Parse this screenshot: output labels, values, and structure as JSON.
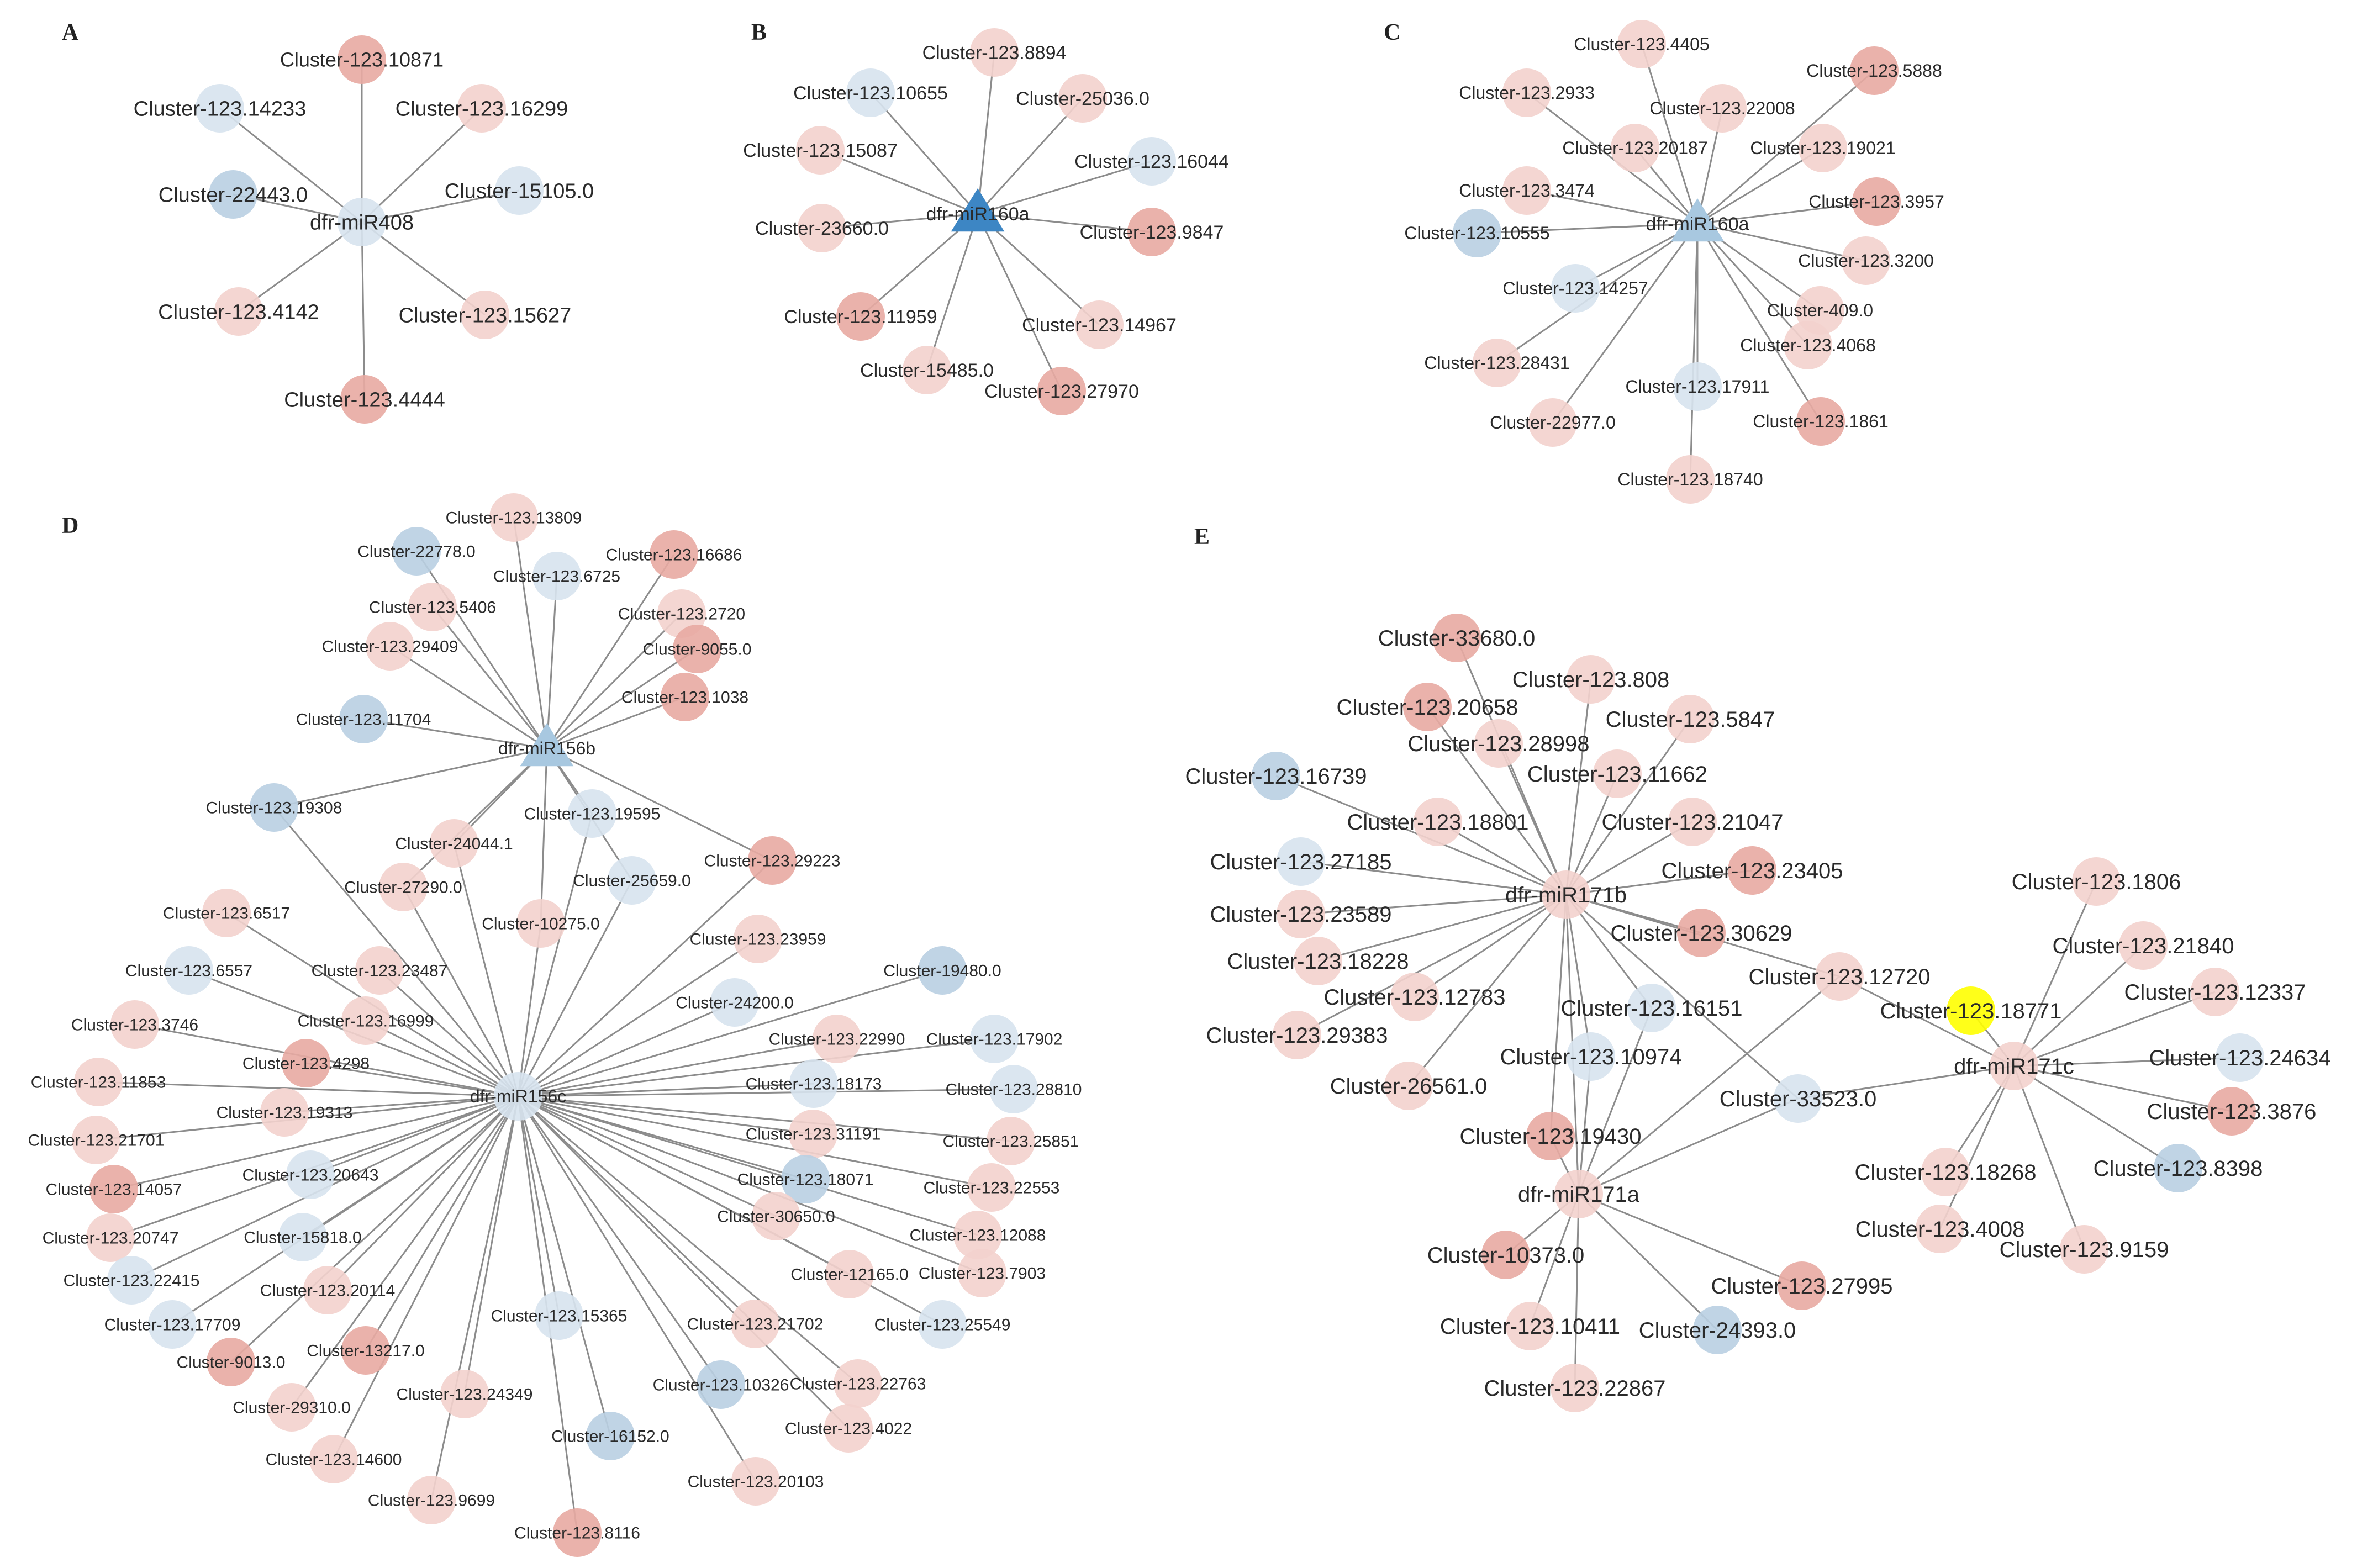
{
  "colors": {
    "up": "#e8aaa2",
    "up_light": "#f3d2cd",
    "down": "#b9cfe2",
    "down_light": "#d7e3ee",
    "mirna": "#a8c8e0",
    "mirna_strong": "#3d86c4",
    "highlight": "#ffff00",
    "edge": "#8c8c8c"
  },
  "networks": [
    {
      "panel": "A",
      "hub": {
        "name": "dfr-miR408",
        "shape": "circle",
        "color": "down_light"
      },
      "targets": [
        {
          "name": "Cluster-123.10871",
          "color": "up"
        },
        {
          "name": "Cluster-123.14233",
          "color": "down_light"
        },
        {
          "name": "Cluster-123.16299",
          "color": "up_light"
        },
        {
          "name": "Cluster-22443.0",
          "color": "down"
        },
        {
          "name": "Cluster-15105.0",
          "color": "down_light"
        },
        {
          "name": "Cluster-123.4142",
          "color": "up_light"
        },
        {
          "name": "Cluster-123.15627",
          "color": "up_light"
        },
        {
          "name": "Cluster-123.4444",
          "color": "up"
        }
      ]
    },
    {
      "panel": "B",
      "hub": {
        "name": "dfr-miR160a",
        "shape": "triangle",
        "color": "mirna_strong"
      },
      "targets": [
        {
          "name": "Cluster-123.8894",
          "color": "up_light"
        },
        {
          "name": "Cluster-123.10655",
          "color": "down_light"
        },
        {
          "name": "Cluster-25036.0",
          "color": "up_light"
        },
        {
          "name": "Cluster-123.15087",
          "color": "up_light"
        },
        {
          "name": "Cluster-123.16044",
          "color": "down_light"
        },
        {
          "name": "Cluster-23660.0",
          "color": "up_light"
        },
        {
          "name": "Cluster-123.9847",
          "color": "up"
        },
        {
          "name": "Cluster-123.11959",
          "color": "up"
        },
        {
          "name": "Cluster-123.14967",
          "color": "up_light"
        },
        {
          "name": "Cluster-15485.0",
          "color": "up_light"
        },
        {
          "name": "Cluster-123.27970",
          "color": "up"
        }
      ]
    },
    {
      "panel": "C",
      "hub": {
        "name": "dfr-miR160a",
        "shape": "triangle",
        "color": "mirna"
      },
      "targets": [
        {
          "name": "Cluster-123.4405",
          "color": "up_light"
        },
        {
          "name": "Cluster-123.5888",
          "color": "up"
        },
        {
          "name": "Cluster-123.2933",
          "color": "up_light"
        },
        {
          "name": "Cluster-123.22008",
          "color": "up_light"
        },
        {
          "name": "Cluster-123.20187",
          "color": "up_light"
        },
        {
          "name": "Cluster-123.19021",
          "color": "up_light"
        },
        {
          "name": "Cluster-123.3474",
          "color": "up_light"
        },
        {
          "name": "Cluster-123.3957",
          "color": "up"
        },
        {
          "name": "Cluster-123.10555",
          "color": "down"
        },
        {
          "name": "Cluster-123.3200",
          "color": "up_light"
        },
        {
          "name": "Cluster-123.14257",
          "color": "down_light"
        },
        {
          "name": "Cluster-409.0",
          "color": "up_light"
        },
        {
          "name": "Cluster-123.4068",
          "color": "up_light"
        },
        {
          "name": "Cluster-123.28431",
          "color": "up_light"
        },
        {
          "name": "Cluster-123.17911",
          "color": "down_light"
        },
        {
          "name": "Cluster-22977.0",
          "color": "up_light"
        },
        {
          "name": "Cluster-123.1861",
          "color": "up"
        },
        {
          "name": "Cluster-123.18740",
          "color": "up_light"
        }
      ]
    },
    {
      "panel": "D",
      "hubs": [
        {
          "name": "dfr-miR156b",
          "shape": "triangle",
          "color": "mirna"
        },
        {
          "name": "dfr-miR156c",
          "shape": "circle",
          "color": "down_light"
        }
      ],
      "targets_156b": [
        {
          "name": "Cluster-123.13809",
          "color": "up_light"
        },
        {
          "name": "Cluster-22778.0",
          "color": "down"
        },
        {
          "name": "Cluster-123.16686",
          "color": "up"
        },
        {
          "name": "Cluster-123.6725",
          "color": "down_light"
        },
        {
          "name": "Cluster-123.5406",
          "color": "up_light"
        },
        {
          "name": "Cluster-123.2720",
          "color": "up_light"
        },
        {
          "name": "Cluster-123.29409",
          "color": "up_light"
        },
        {
          "name": "Cluster-9055.0",
          "color": "up"
        },
        {
          "name": "Cluster-123.1038",
          "color": "up"
        },
        {
          "name": "Cluster-123.11704",
          "color": "down"
        }
      ],
      "targets_shared": [
        {
          "name": "Cluster-123.19308",
          "color": "down"
        },
        {
          "name": "Cluster-123.19595",
          "color": "down_light"
        },
        {
          "name": "Cluster-24044.1",
          "color": "up_light"
        },
        {
          "name": "Cluster-123.29223",
          "color": "up"
        },
        {
          "name": "Cluster-27290.0",
          "color": "up_light"
        },
        {
          "name": "Cluster-25659.0",
          "color": "down_light"
        },
        {
          "name": "Cluster-10275.0",
          "color": "up_light"
        }
      ],
      "targets_156c": [
        {
          "name": "Cluster-123.6517",
          "color": "up_light"
        },
        {
          "name": "Cluster-123.23959",
          "color": "up_light"
        },
        {
          "name": "Cluster-123.6557",
          "color": "down_light"
        },
        {
          "name": "Cluster-123.23487",
          "color": "up_light"
        },
        {
          "name": "Cluster-19480.0",
          "color": "down"
        },
        {
          "name": "Cluster-24200.0",
          "color": "down_light"
        },
        {
          "name": "Cluster-123.3746",
          "color": "up_light"
        },
        {
          "name": "Cluster-123.16999",
          "color": "up_light"
        },
        {
          "name": "Cluster-123.22990",
          "color": "up_light"
        },
        {
          "name": "Cluster-123.17902",
          "color": "down_light"
        },
        {
          "name": "Cluster-123.4298",
          "color": "up"
        },
        {
          "name": "Cluster-123.11853",
          "color": "up_light"
        },
        {
          "name": "Cluster-123.18173",
          "color": "down_light"
        },
        {
          "name": "Cluster-123.28810",
          "color": "down_light"
        },
        {
          "name": "Cluster-123.19313",
          "color": "up_light"
        },
        {
          "name": "Cluster-123.21701",
          "color": "up_light"
        },
        {
          "name": "Cluster-123.31191",
          "color": "up_light"
        },
        {
          "name": "Cluster-123.25851",
          "color": "up_light"
        },
        {
          "name": "Cluster-123.20643",
          "color": "down_light"
        },
        {
          "name": "Cluster-123.14057",
          "color": "up"
        },
        {
          "name": "Cluster-123.18071",
          "color": "down"
        },
        {
          "name": "Cluster-123.22553",
          "color": "up_light"
        },
        {
          "name": "Cluster-123.20747",
          "color": "up_light"
        },
        {
          "name": "Cluster-15818.0",
          "color": "down_light"
        },
        {
          "name": "Cluster-30650.0",
          "color": "up_light"
        },
        {
          "name": "Cluster-123.12088",
          "color": "up_light"
        },
        {
          "name": "Cluster-123.22415",
          "color": "down_light"
        },
        {
          "name": "Cluster-123.20114",
          "color": "up_light"
        },
        {
          "name": "Cluster-12165.0",
          "color": "up_light"
        },
        {
          "name": "Cluster-123.7903",
          "color": "up_light"
        },
        {
          "name": "Cluster-123.17709",
          "color": "down_light"
        },
        {
          "name": "Cluster-123.15365",
          "color": "down_light"
        },
        {
          "name": "Cluster-123.21702",
          "color": "up_light"
        },
        {
          "name": "Cluster-123.25549",
          "color": "down_light"
        },
        {
          "name": "Cluster-9013.0",
          "color": "up"
        },
        {
          "name": "Cluster-13217.0",
          "color": "up"
        },
        {
          "name": "Cluster-29310.0",
          "color": "up_light"
        },
        {
          "name": "Cluster-123.24349",
          "color": "up_light"
        },
        {
          "name": "Cluster-123.10326",
          "color": "down"
        },
        {
          "name": "Cluster-123.22763",
          "color": "up_light"
        },
        {
          "name": "Cluster-123.4022",
          "color": "up_light"
        },
        {
          "name": "Cluster-16152.0",
          "color": "down"
        },
        {
          "name": "Cluster-123.14600",
          "color": "up_light"
        },
        {
          "name": "Cluster-123.20103",
          "color": "up_light"
        },
        {
          "name": "Cluster-123.9699",
          "color": "up_light"
        },
        {
          "name": "Cluster-123.8116",
          "color": "up"
        }
      ]
    },
    {
      "panel": "E",
      "hubs": [
        {
          "name": "dfr-miR171b",
          "shape": "circle",
          "color": "up_light"
        },
        {
          "name": "dfr-miR171a",
          "shape": "circle",
          "color": "up_light"
        },
        {
          "name": "dfr-miR171c",
          "shape": "circle",
          "color": "up_light"
        }
      ],
      "targets_171b": [
        {
          "name": "Cluster-33680.0",
          "color": "up"
        },
        {
          "name": "Cluster-123.808",
          "color": "up_light"
        },
        {
          "name": "Cluster-123.20658",
          "color": "up"
        },
        {
          "name": "Cluster-123.5847",
          "color": "up_light"
        },
        {
          "name": "Cluster-123.28998",
          "color": "up_light"
        },
        {
          "name": "Cluster-123.11662",
          "color": "up_light"
        },
        {
          "name": "Cluster-123.16739",
          "color": "down"
        },
        {
          "name": "Cluster-123.18801",
          "color": "up_light"
        },
        {
          "name": "Cluster-123.21047",
          "color": "up_light"
        },
        {
          "name": "Cluster-123.27185",
          "color": "down_light"
        },
        {
          "name": "Cluster-123.23405",
          "color": "up"
        },
        {
          "name": "Cluster-123.23589",
          "color": "up_light"
        },
        {
          "name": "Cluster-123.30629",
          "color": "up"
        },
        {
          "name": "Cluster-123.18228",
          "color": "up_light"
        },
        {
          "name": "Cluster-123.12783",
          "color": "up_light"
        },
        {
          "name": "Cluster-123.29383",
          "color": "up_light"
        },
        {
          "name": "Cluster-26561.0",
          "color": "up_light"
        }
      ],
      "targets_shared": [
        {
          "name": "Cluster-123.12720",
          "color": "up_light"
        },
        {
          "name": "Cluster-123.16151",
          "color": "down_light"
        },
        {
          "name": "Cluster-123.10974",
          "color": "down_light"
        },
        {
          "name": "Cluster-33523.0",
          "color": "down_light"
        },
        {
          "name": "Cluster-123.19430",
          "color": "up"
        }
      ],
      "targets_171a": [
        {
          "name": "Cluster-10373.0",
          "color": "up"
        },
        {
          "name": "Cluster-123.27995",
          "color": "up"
        },
        {
          "name": "Cluster-123.10411",
          "color": "up_light"
        },
        {
          "name": "Cluster-24393.0",
          "color": "down"
        },
        {
          "name": "Cluster-123.22867",
          "color": "up_light"
        }
      ],
      "targets_171c": [
        {
          "name": "Cluster-123.1806",
          "color": "up_light"
        },
        {
          "name": "Cluster-123.21840",
          "color": "up_light"
        },
        {
          "name": "Cluster-123.18771",
          "color": "highlight"
        },
        {
          "name": "Cluster-123.12337",
          "color": "up_light"
        },
        {
          "name": "Cluster-123.24634",
          "color": "down_light"
        },
        {
          "name": "Cluster-123.3876",
          "color": "up"
        },
        {
          "name": "Cluster-123.18268",
          "color": "up_light"
        },
        {
          "name": "Cluster-123.8398",
          "color": "down"
        },
        {
          "name": "Cluster-123.4008",
          "color": "up_light"
        },
        {
          "name": "Cluster-123.9159",
          "color": "up_light"
        }
      ]
    }
  ]
}
